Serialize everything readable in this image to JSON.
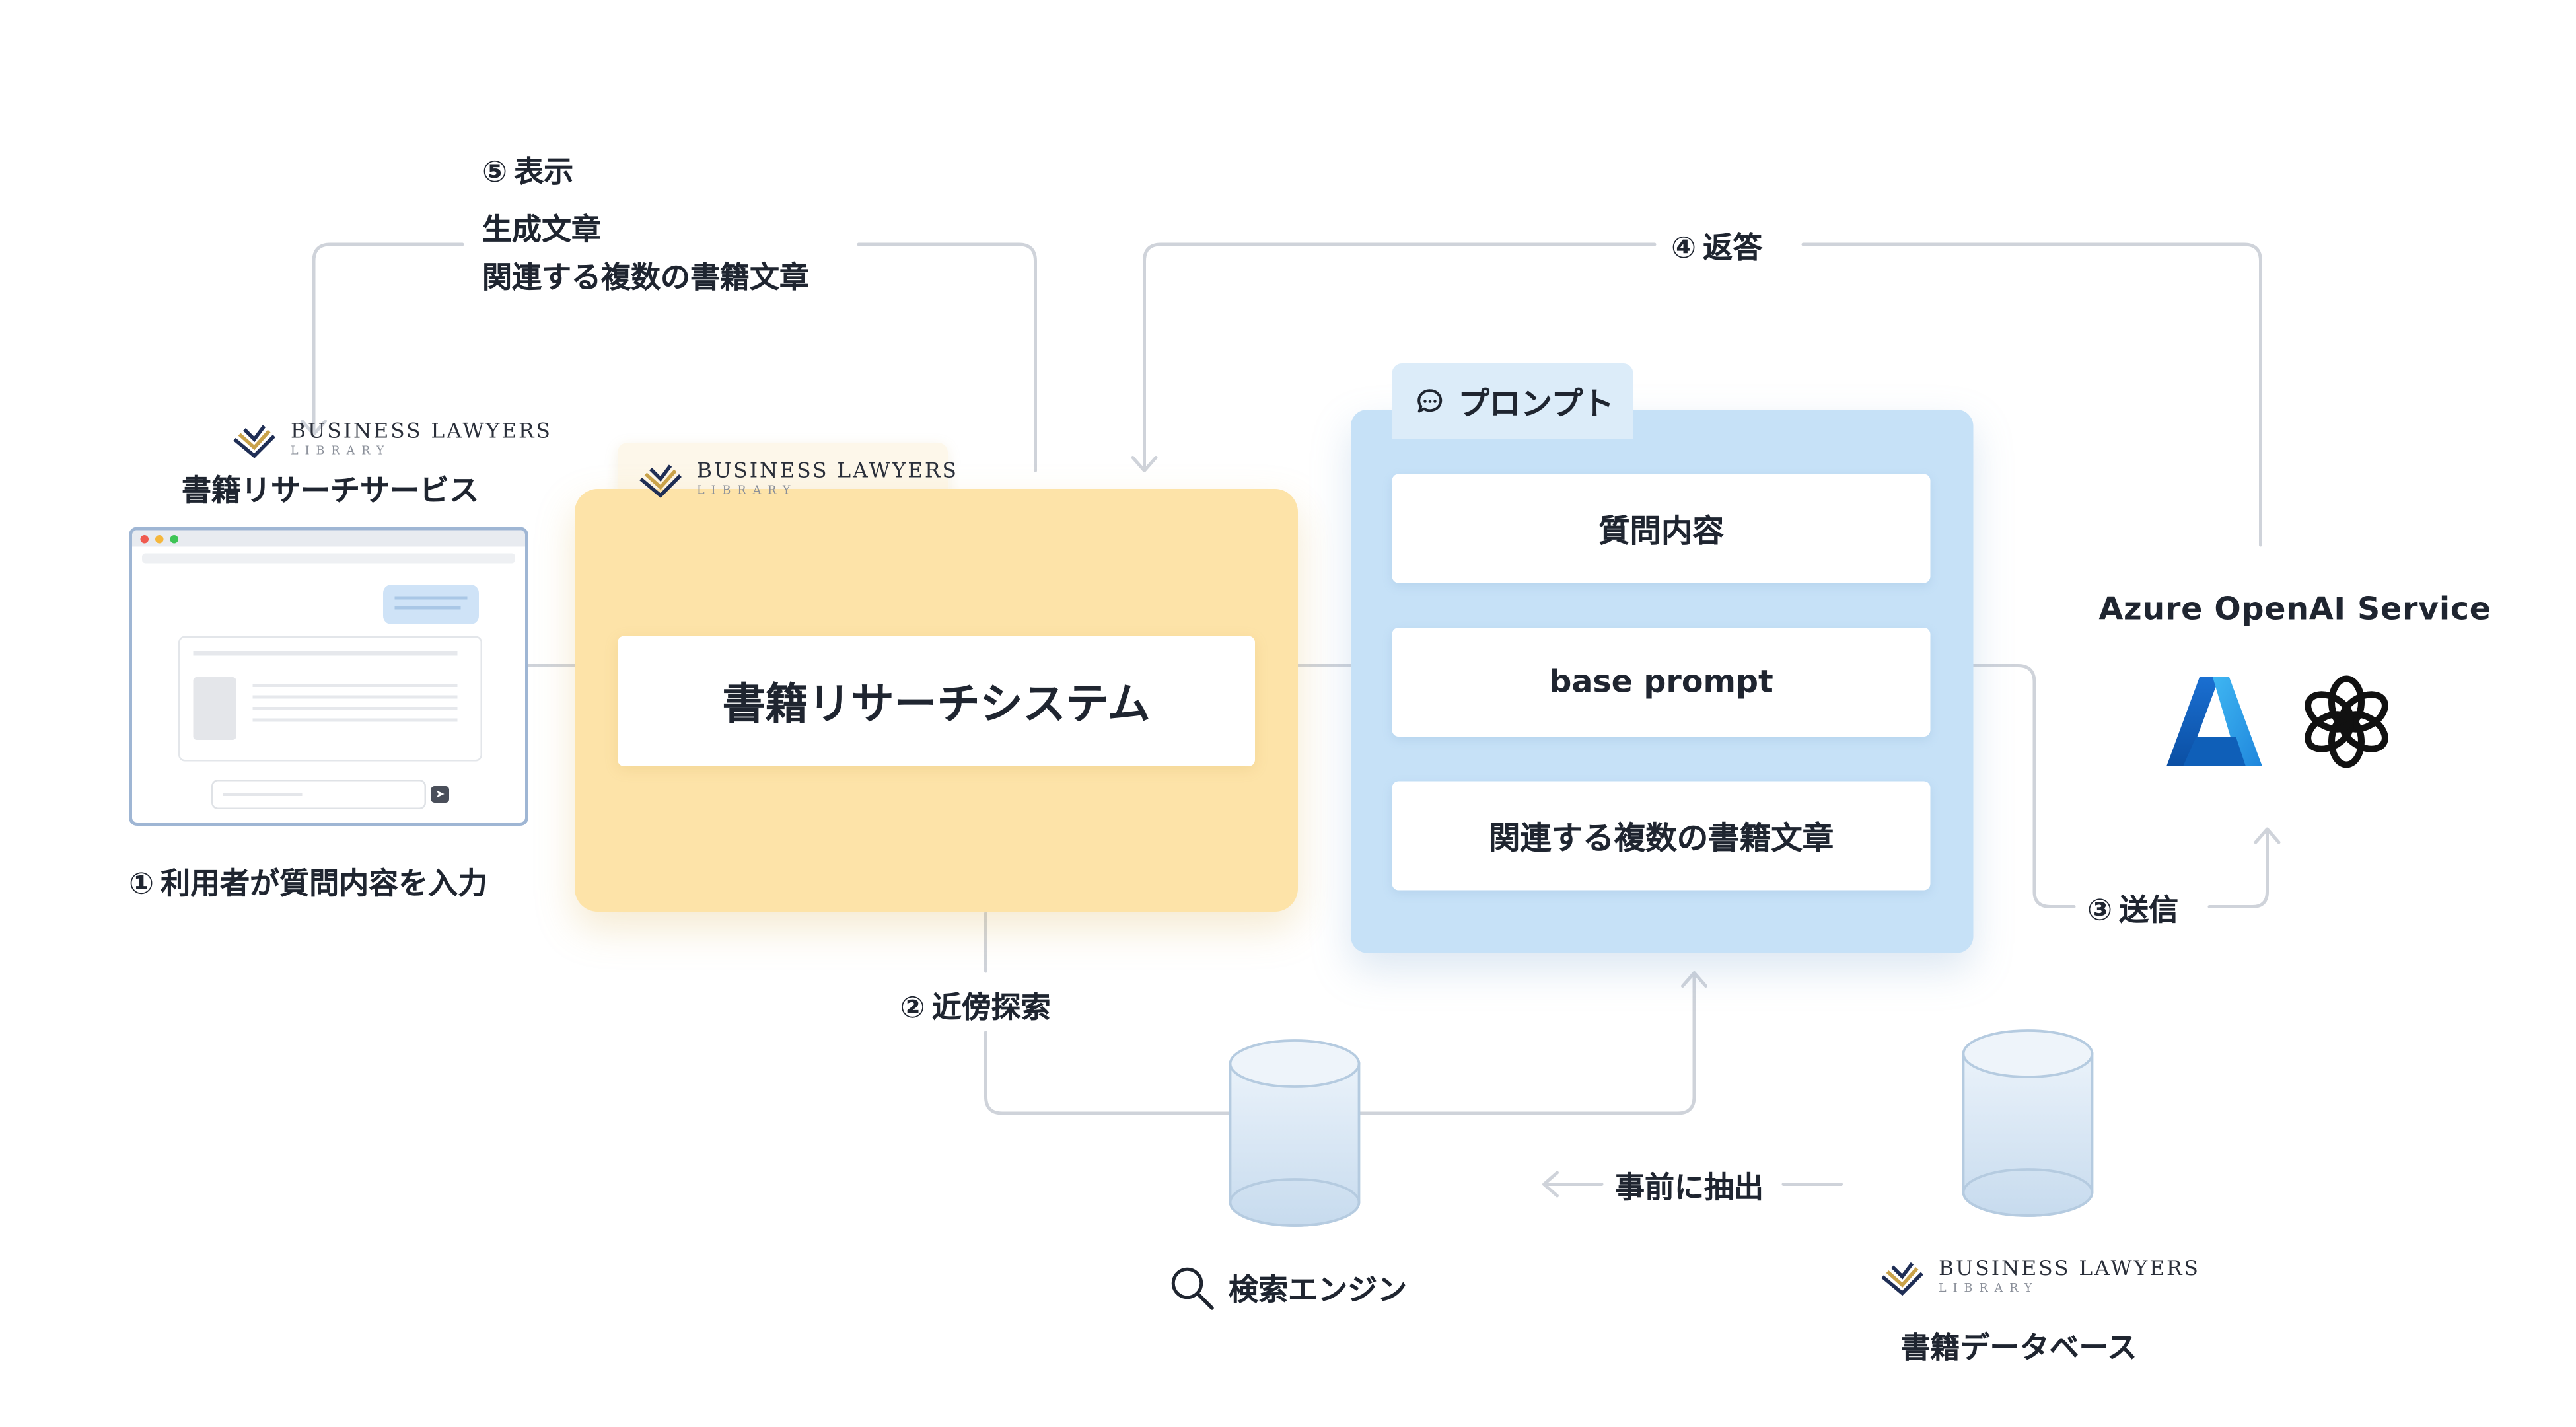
{
  "logo": {
    "name": "BUSINESS LAWYERS",
    "sub": "LIBRARY"
  },
  "service": {
    "title": "書籍リサーチサービス"
  },
  "system": {
    "title": "書籍リサーチシステム"
  },
  "prompt": {
    "tab_label": "プロンプト",
    "items": [
      "質問内容",
      "base prompt",
      "関連する複数の書籍文章"
    ]
  },
  "azure": {
    "title": "Azure OpenAI Service"
  },
  "steps": {
    "s1": {
      "num": "①",
      "text": "利用者が質問内容を入力"
    },
    "s2": {
      "num": "②",
      "text": "近傍探索"
    },
    "s3": {
      "num": "③",
      "text": "送信"
    },
    "s4": {
      "num": "④",
      "text": "返答"
    },
    "s5": {
      "num": "⑤",
      "text": "表示",
      "line1": "生成文章",
      "line2": "関連する複数の書籍文章"
    }
  },
  "search_engine": {
    "label": "検索エンジン"
  },
  "pre_extract": {
    "label": "事前に抽出"
  },
  "database": {
    "label": "書籍データベース"
  },
  "colors": {
    "system_fill": "#fde3a8",
    "prompt_fill": "#c6e1f7",
    "line": "#cfd3da",
    "azure_blue": "#1f7fd8",
    "dark_text": "#1f2530"
  },
  "icons": [
    "logo-mark-icon",
    "chat-bubble-icon",
    "azure-logo-icon",
    "openai-logo-icon",
    "search-icon",
    "database-cylinder-icon"
  ]
}
